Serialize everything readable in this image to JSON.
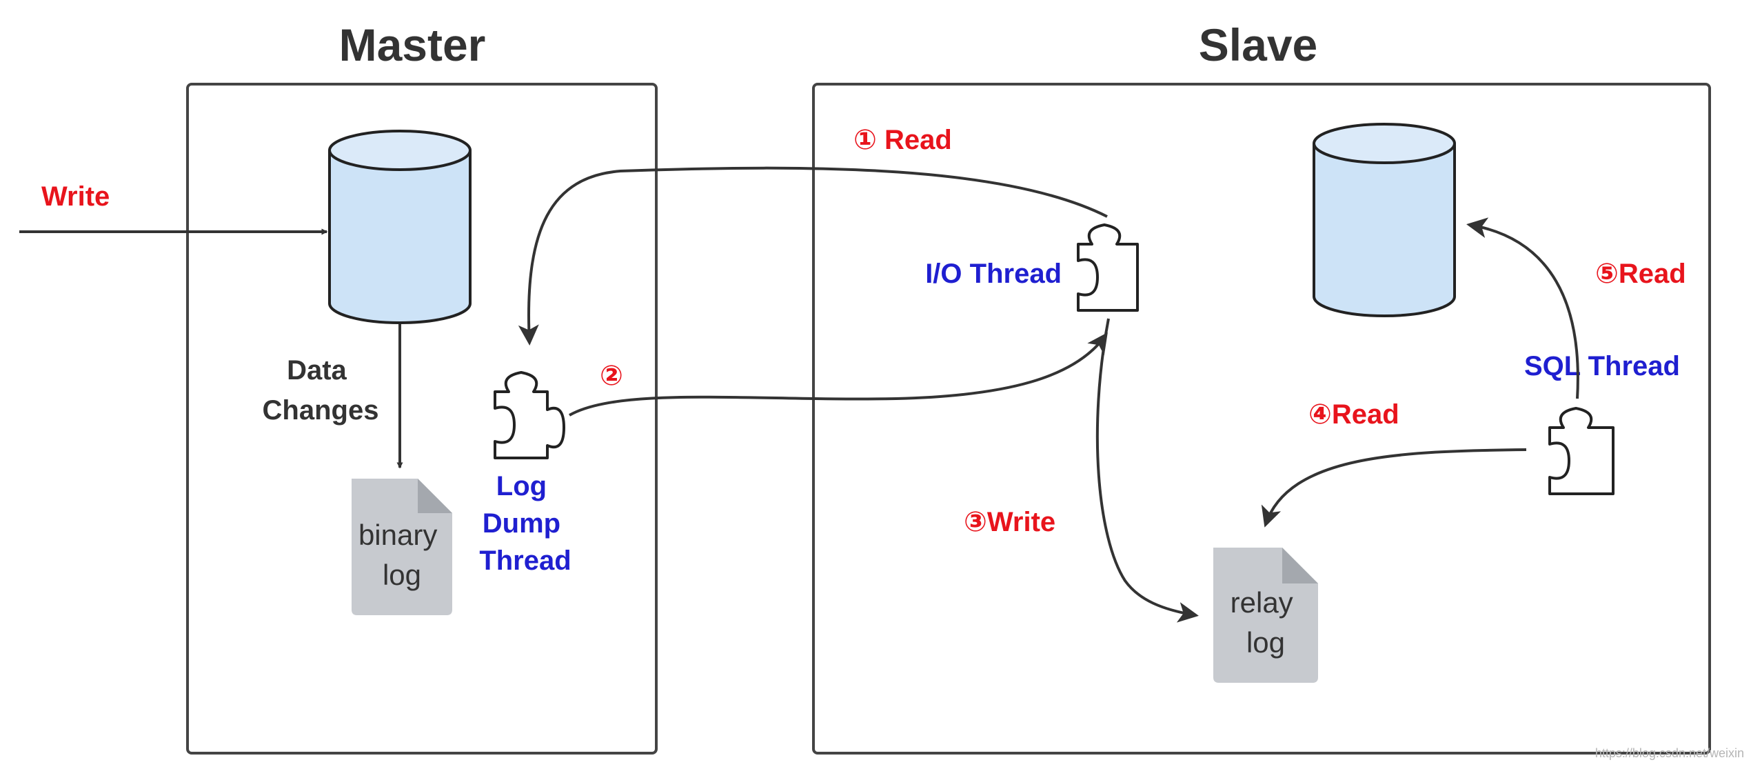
{
  "master": {
    "title": "Master",
    "write_label": "Write",
    "data_changes_label": [
      "Data",
      "Changes"
    ],
    "binary_log_label": [
      "binary",
      "log"
    ],
    "log_dump_thread_label": [
      "Log",
      "Dump",
      "Thread"
    ]
  },
  "slave": {
    "title": "Slave",
    "io_thread_label": "I/O Thread",
    "sql_thread_label": "SQL Thread",
    "relay_log_label": [
      "relay",
      "log"
    ]
  },
  "steps": {
    "step1": "① Read",
    "step2": "②",
    "step3": "③Write",
    "step4": "④Read",
    "step5": "⑤Read"
  },
  "watermark": "https://blog.csdn.net/weixin",
  "colors": {
    "step_label": "#e8141c",
    "thread_label": "#1f1fd0",
    "database_fill": "#cde3f7",
    "log_file_fill": "#c7cacf"
  },
  "icons": {
    "database": "database-cylinder-icon",
    "thread": "puzzle-piece-icon",
    "log_file": "document-icon"
  }
}
